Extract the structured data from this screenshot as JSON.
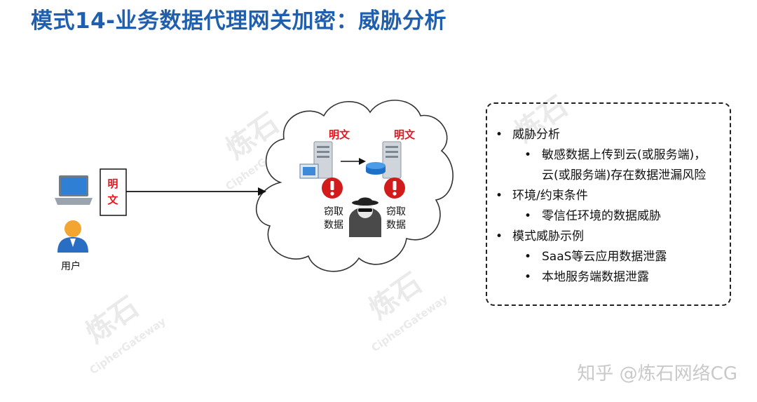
{
  "title": "模式14-业务数据代理网关加密：威胁分析",
  "user_label": "用户",
  "plaintext_box": "明文",
  "server_left_label": "明文",
  "server_right_label": "明文",
  "steal_left": [
    "窃取",
    "数据"
  ],
  "steal_right": [
    "窃取",
    "数据"
  ],
  "watermark": {
    "main": "炼石",
    "sub": "CipherGateway"
  },
  "threat_analysis": {
    "sections": [
      {
        "label": "威胁分析",
        "items": [
          "敏感数据上传到云(或服务端)，"
        ],
        "items_red": [
          "云(或服务端)存在数据泄漏风险"
        ]
      },
      {
        "label": "环境/约束条件",
        "items": [
          "零信任环境的数据威胁"
        ]
      },
      {
        "label": "模式威胁示例",
        "items": [
          "SaaS等云应用数据泄露",
          "本地服务端数据泄露"
        ]
      }
    ]
  },
  "footer": "知乎 @炼石网络CG",
  "colors": {
    "title": "#1f5fae",
    "red": "#e8141d",
    "box_red": "#e8141d"
  },
  "icons": [
    "laptop-icon",
    "user-icon",
    "server-icon",
    "database-icon",
    "alert-icon",
    "spy-icon",
    "cloud-icon"
  ]
}
